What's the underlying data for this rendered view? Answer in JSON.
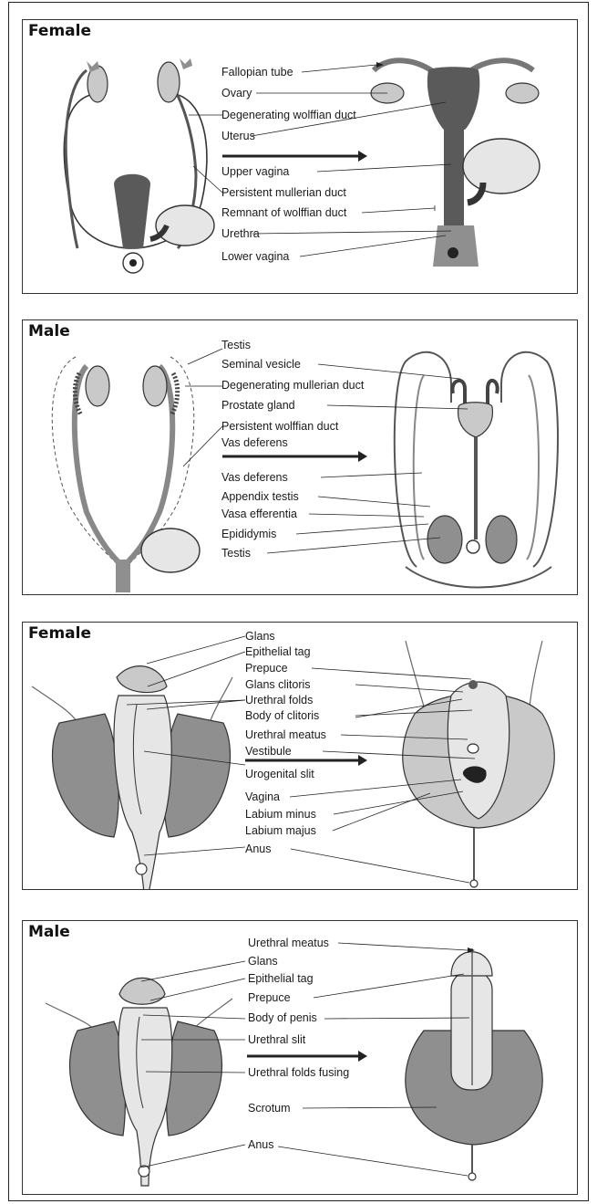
{
  "panels": [
    {
      "title": "Female",
      "labels": [
        "Fallopian tube",
        "Ovary",
        "Degenerating wolffian duct",
        "Uterus",
        "Upper vagina",
        "Persistent mullerian duct",
        "Remnant of wolffian duct",
        "Urethra",
        "Lower vagina"
      ]
    },
    {
      "title": "Male",
      "labels": [
        "Testis",
        "Seminal vesicle",
        "Degenerating mullerian duct",
        "Prostate gland",
        "Persistent wolffian duct",
        "Vas deferens",
        "Vas deferens",
        "Appendix testis",
        "Vasa efferentia",
        "Epididymis",
        "Testis"
      ]
    },
    {
      "title": "Female",
      "labels": [
        "Glans",
        "Epithelial tag",
        "Prepuce",
        "Glans clitoris",
        "Urethral folds",
        "Body of clitoris",
        "Urethral meatus",
        "Vestibule",
        "Urogenital slit",
        "Vagina",
        "Labium minus",
        "Labium majus",
        "Anus"
      ]
    },
    {
      "title": "Male",
      "labels": [
        "Urethral meatus",
        "Glans",
        "Epithelial tag",
        "Prepuce",
        "Body of penis",
        "Urethral slit",
        "Urethral folds fusing",
        "Scrotum",
        "Anus"
      ]
    }
  ]
}
